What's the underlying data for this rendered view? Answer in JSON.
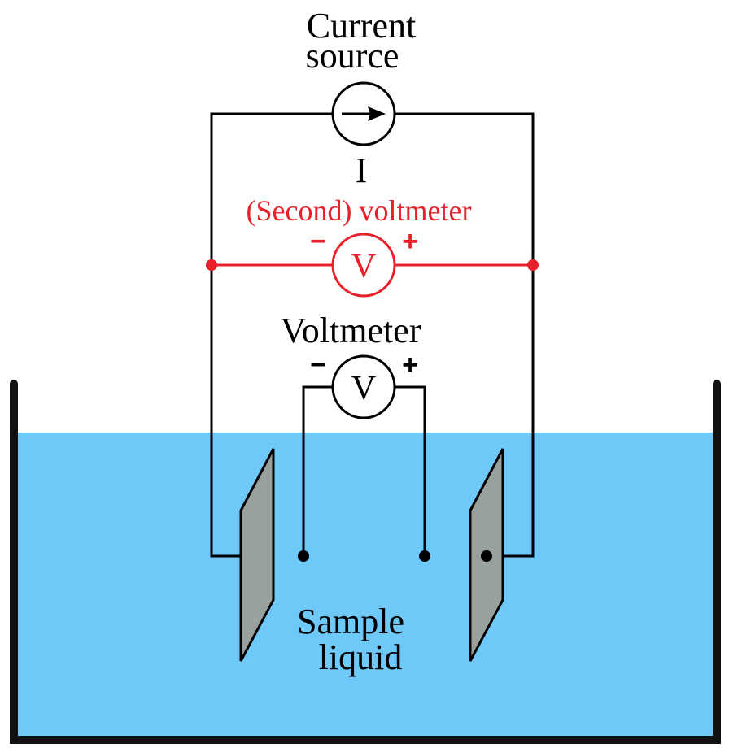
{
  "labels": {
    "current_source_line1": "Current",
    "current_source_line2": "source",
    "current_symbol": "I",
    "second_voltmeter": "(Second) voltmeter",
    "voltmeter": "Voltmeter",
    "meter_letter": "V",
    "minus": "−",
    "plus": "+",
    "sample_line1": "Sample",
    "sample_line2": "liquid"
  },
  "colors": {
    "liquid": "#6ec8f8",
    "wire": "#000000",
    "second_circuit": "#e8202a",
    "electrode": "#98a19d",
    "container": "#111111"
  },
  "icons": {
    "current_source": "arrow-circle-icon",
    "voltmeter": "v-circle-icon"
  }
}
